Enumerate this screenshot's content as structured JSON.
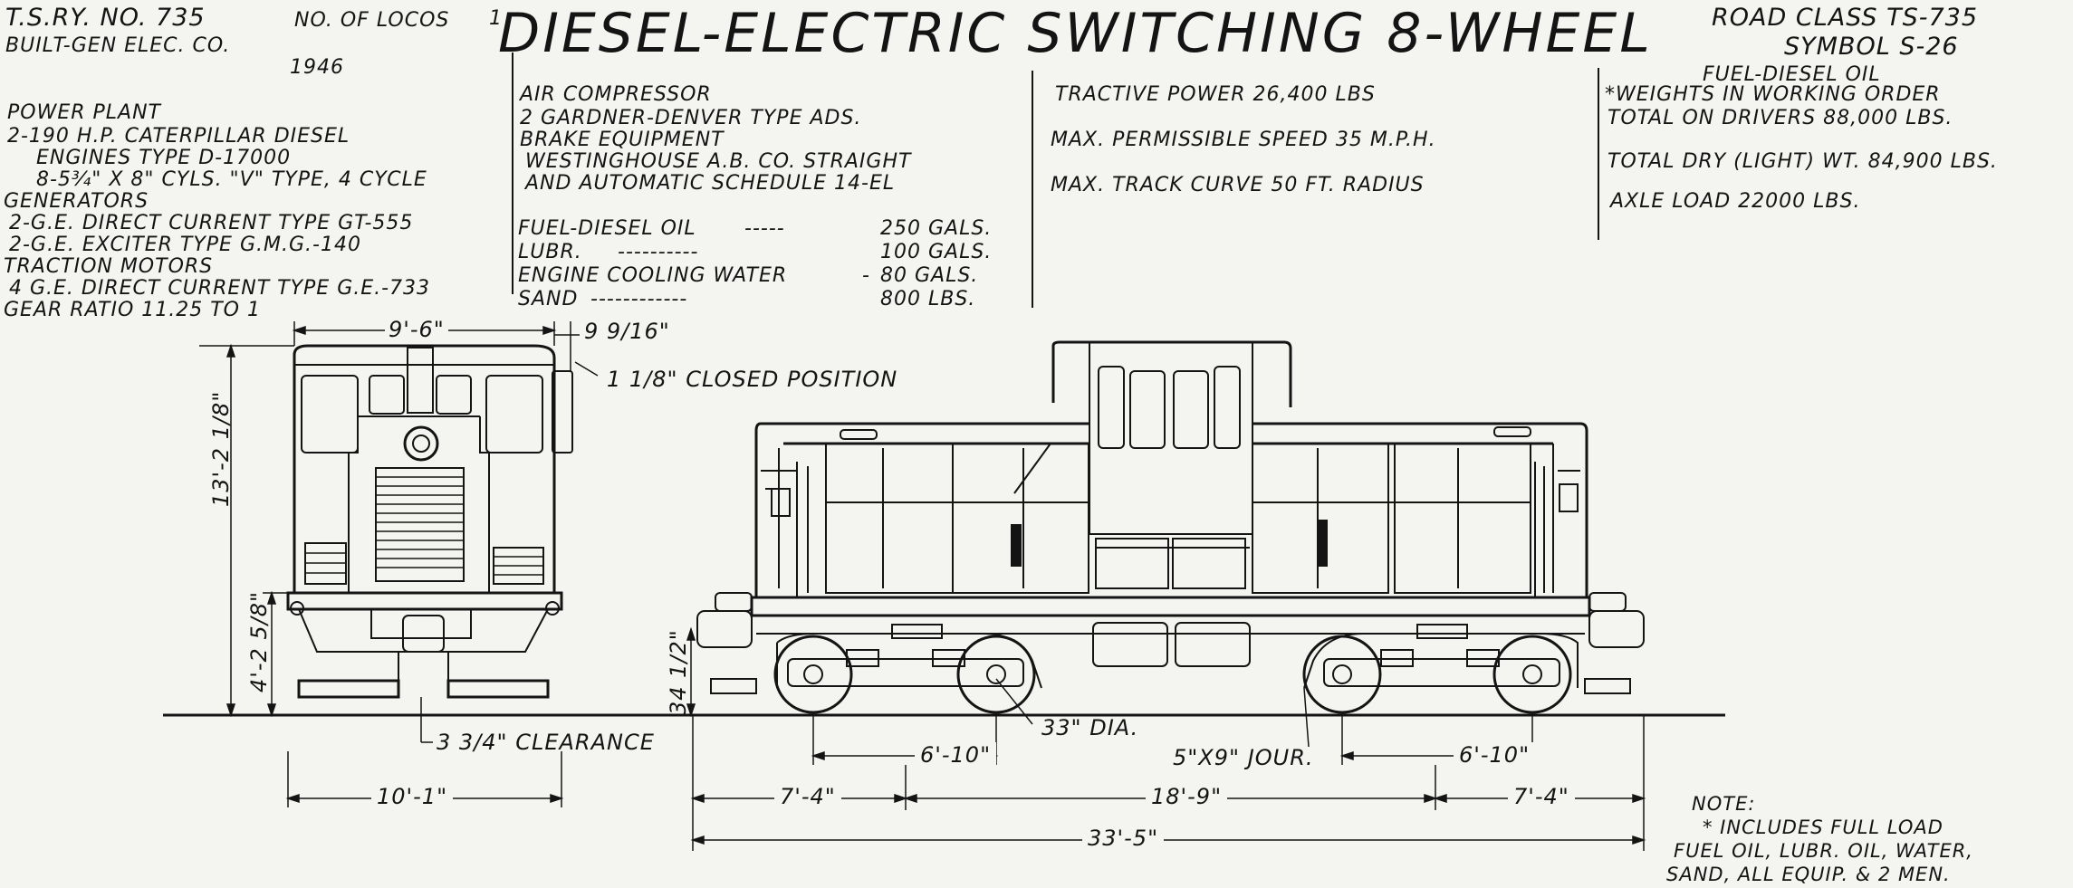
{
  "header": {
    "railway_no": "T.S.Ry. No. 735",
    "builder": "BUILT-GEN ELEC. CO.",
    "locos_label": "No. of LOCOS",
    "locos_count": "1",
    "year": "1946",
    "title": "DIESEL-ELECTRIC SWITCHING 8-WHEEL",
    "road_class": "ROAD CLASS TS-735",
    "symbol": "SYMBOL S-26",
    "fuel": "FUEL-DIESEL OIL"
  },
  "specs": {
    "power_plant_label": "POWER PLANT",
    "power_plant_line1": "2-190 H.P. CATERPILLAR DIESEL",
    "power_plant_line2": "ENGINES TYPE D-17000",
    "power_plant_line3": "8-5¾\" x 8\" CYLS. \"V\" TYPE, 4 CYCLE",
    "generators_label": "GENERATORS",
    "generators_line1": "2-G.E. DIRECT CURRENT TYPE GT-555",
    "generators_line2": "2-G.E. EXCITER TYPE G.M.G.-140",
    "traction_label": "TRACTION MOTORS",
    "traction_line1": "4 G.E. DIRECT CURRENT TYPE G.E.-733",
    "gear_ratio": "GEAR RATIO 11.25 TO 1",
    "air_compressor_label": "AIR COMPRESSOR",
    "air_compressor_line1": "2 GARDNER-DENVER TYPE ADS.",
    "brake_label": "BRAKE EQUIPMENT",
    "brake_line1": "WESTINGHOUSE A.B. Co. STRAIGHT",
    "brake_line2": "AND AUTOMATIC SCHEDULE 14-EL",
    "capacities": [
      {
        "item": "FUEL-DIESEL OIL",
        "leader": "-----",
        "value": "250 GALS."
      },
      {
        "item": "LUBR.",
        "leader": "----------",
        "value": "100 GALS."
      },
      {
        "item": "ENGINE COOLING WATER",
        "leader": "-",
        "value": "80 GALS."
      },
      {
        "item": "SAND",
        "leader": "------------",
        "value": "800 LBS."
      }
    ],
    "tractive_power": "TRACTIVE POWER 26,400 LBS",
    "max_speed": "MAX. PERMISSIBLE SPEED 35 M.P.H.",
    "max_curve": "MAX. TRACK CURVE 50 FT. RADIUS",
    "weights_note": "*WEIGHTS IN WORKING ORDER",
    "total_on_drivers": "TOTAL ON DRIVERS 88,000 LBS.",
    "total_dry_weight": "TOTAL DRY (LIGHT) WT. 84,900 LBS.",
    "axle_load": "AXLE LOAD 22000 LBS."
  },
  "dimensions": {
    "end_width": "9'-6\"",
    "end_offset": "9 9/16\"",
    "closed_position": "1 1/8\" CLOSED POSITION",
    "height": "13'-2 1/8\"",
    "deck_height": "4'-2 5/8\"",
    "clearance": "3 3/4\" CLEARANCE",
    "gauge_width": "10'-1\"",
    "coupler_height": "34 1/2\"",
    "wheel_dia": "33\" DIA.",
    "journal": "5\"x9\" Jour.",
    "truck_wheelbase_left": "6'-10\"",
    "truck_wheelbase_right": "6'-10\"",
    "overhang_left": "7'-4\"",
    "truck_centers": "18'-9\"",
    "overhang_right": "7'-4\"",
    "overall_length": "33'-5\""
  },
  "note": {
    "label": "NOTE:",
    "line1": "* INCLUDES FULL LOAD",
    "line2": "FUEL OIL, LUBR. OIL, WATER,",
    "line3": "SAND, ALL EQUIP. & 2 MEN."
  },
  "colors": {
    "paper": "#f4f4f1",
    "ink": "#141414"
  }
}
